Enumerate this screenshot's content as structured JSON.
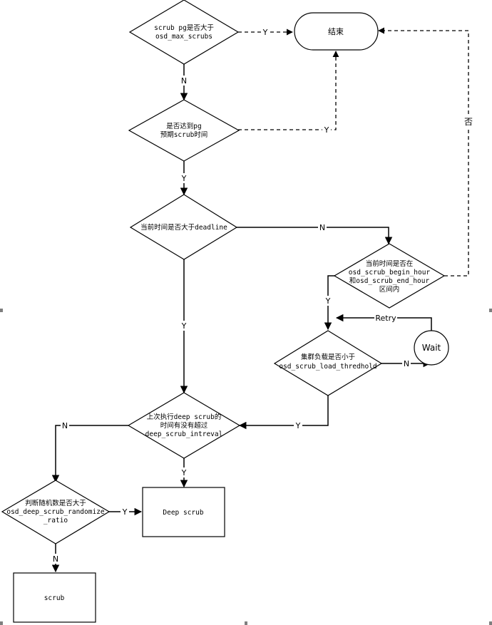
{
  "nodes": {
    "check_max_scrubs": [
      "scrub pg是否大于",
      "osd_max_scrubs"
    ],
    "end": [
      "结束"
    ],
    "check_pg_scrub_time": [
      "是否达到pg",
      "预期scrub时间"
    ],
    "check_deadline": [
      "当前时间是否大于deadline"
    ],
    "check_scrub_hours": [
      "当前时间是否在",
      "osd_scrub_begin_hour",
      "和osd_scrub_end_hour",
      "区间内"
    ],
    "check_cluster_load": [
      "集群负载是否小于",
      "osd_scrub_load_thredhold"
    ],
    "wait": [
      "Wait"
    ],
    "check_deep_interval": [
      "上次执行deep scrub的",
      "时间有没有超过",
      "deep_scrub_intreval"
    ],
    "deep_scrub": [
      "Deep scrub"
    ],
    "check_randomize": [
      "判断随机数是否大于",
      "osd_deep_scrub_randomize",
      "_ratio"
    ],
    "scrub": [
      "scrub"
    ]
  },
  "edge_labels": {
    "max_to_end": "Y",
    "max_to_pgtime": "N",
    "pgtime_to_end": "Y",
    "pgtime_to_deadline": "Y",
    "deadline_to_hours": "N",
    "hours_to_end": "否",
    "deadline_to_interval": "Y",
    "hours_to_load": "Y",
    "wait_retry": "Retry",
    "load_to_wait": "N",
    "load_to_interval": "Y",
    "interval_to_random": "N",
    "interval_to_deep": "Y",
    "random_to_deep": "Y",
    "random_to_scrub": "N"
  }
}
